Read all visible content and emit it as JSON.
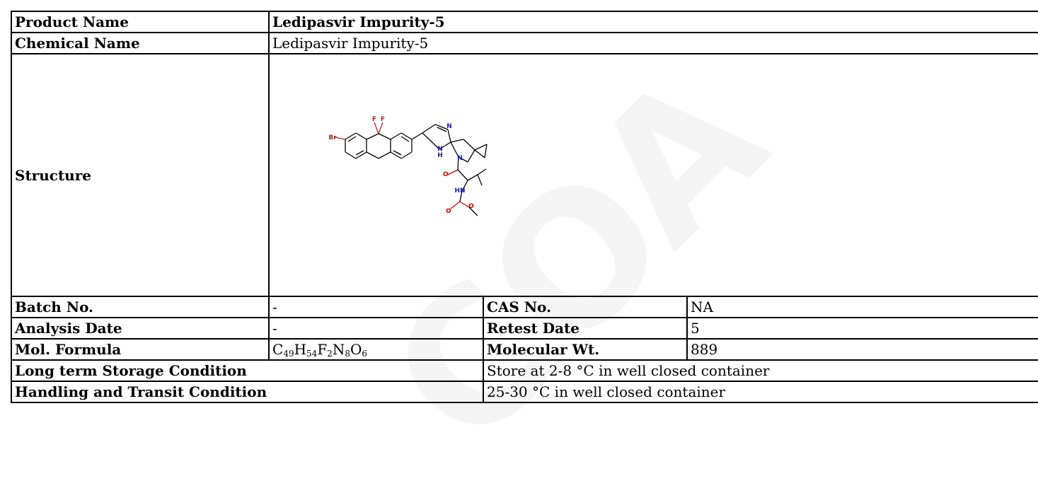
{
  "watermark_text": "COA",
  "product_name": {
    "label": "Product Name",
    "value": "Ledipasvir Impurity-5"
  },
  "chemical_name": {
    "label": "Chemical Name",
    "value": "Ledipasvir Impurity-5"
  },
  "structure": {
    "label": "Structure",
    "atoms": {
      "br": "Br",
      "f1": "F",
      "f2": "F",
      "n_imid": "N",
      "nh_imid": "N",
      "h_imid": "H",
      "n_pyr": "N",
      "o_amide": "O",
      "hn": "HN",
      "o_carb1": "O",
      "o_carb2": "O"
    },
    "colors": {
      "bond": "#000000",
      "br": "#a62929",
      "f": "#a62929",
      "n": "#1a1ab5",
      "o": "#cc0000"
    }
  },
  "batch_no": {
    "label": "Batch No.",
    "value": "-"
  },
  "cas_no": {
    "label": "CAS No.",
    "value": "NA"
  },
  "analysis_date": {
    "label": "Analysis Date",
    "value": "-"
  },
  "retest_date": {
    "label": "Retest Date",
    "value": "5"
  },
  "mol_formula": {
    "label": "Mol. Formula",
    "parts": [
      {
        "el": "C",
        "n": "49"
      },
      {
        "el": "H",
        "n": "54"
      },
      {
        "el": "F",
        "n": "2"
      },
      {
        "el": "N",
        "n": "8"
      },
      {
        "el": "O",
        "n": "6"
      }
    ]
  },
  "molecular_wt": {
    "label": "Molecular Wt.",
    "value": "889"
  },
  "storage": {
    "label": "Long term Storage Condition",
    "value": "Store at 2-8 °C in well closed container"
  },
  "handling": {
    "label": "Handling and Transit Condition",
    "value": "25-30 °C in well closed container"
  }
}
